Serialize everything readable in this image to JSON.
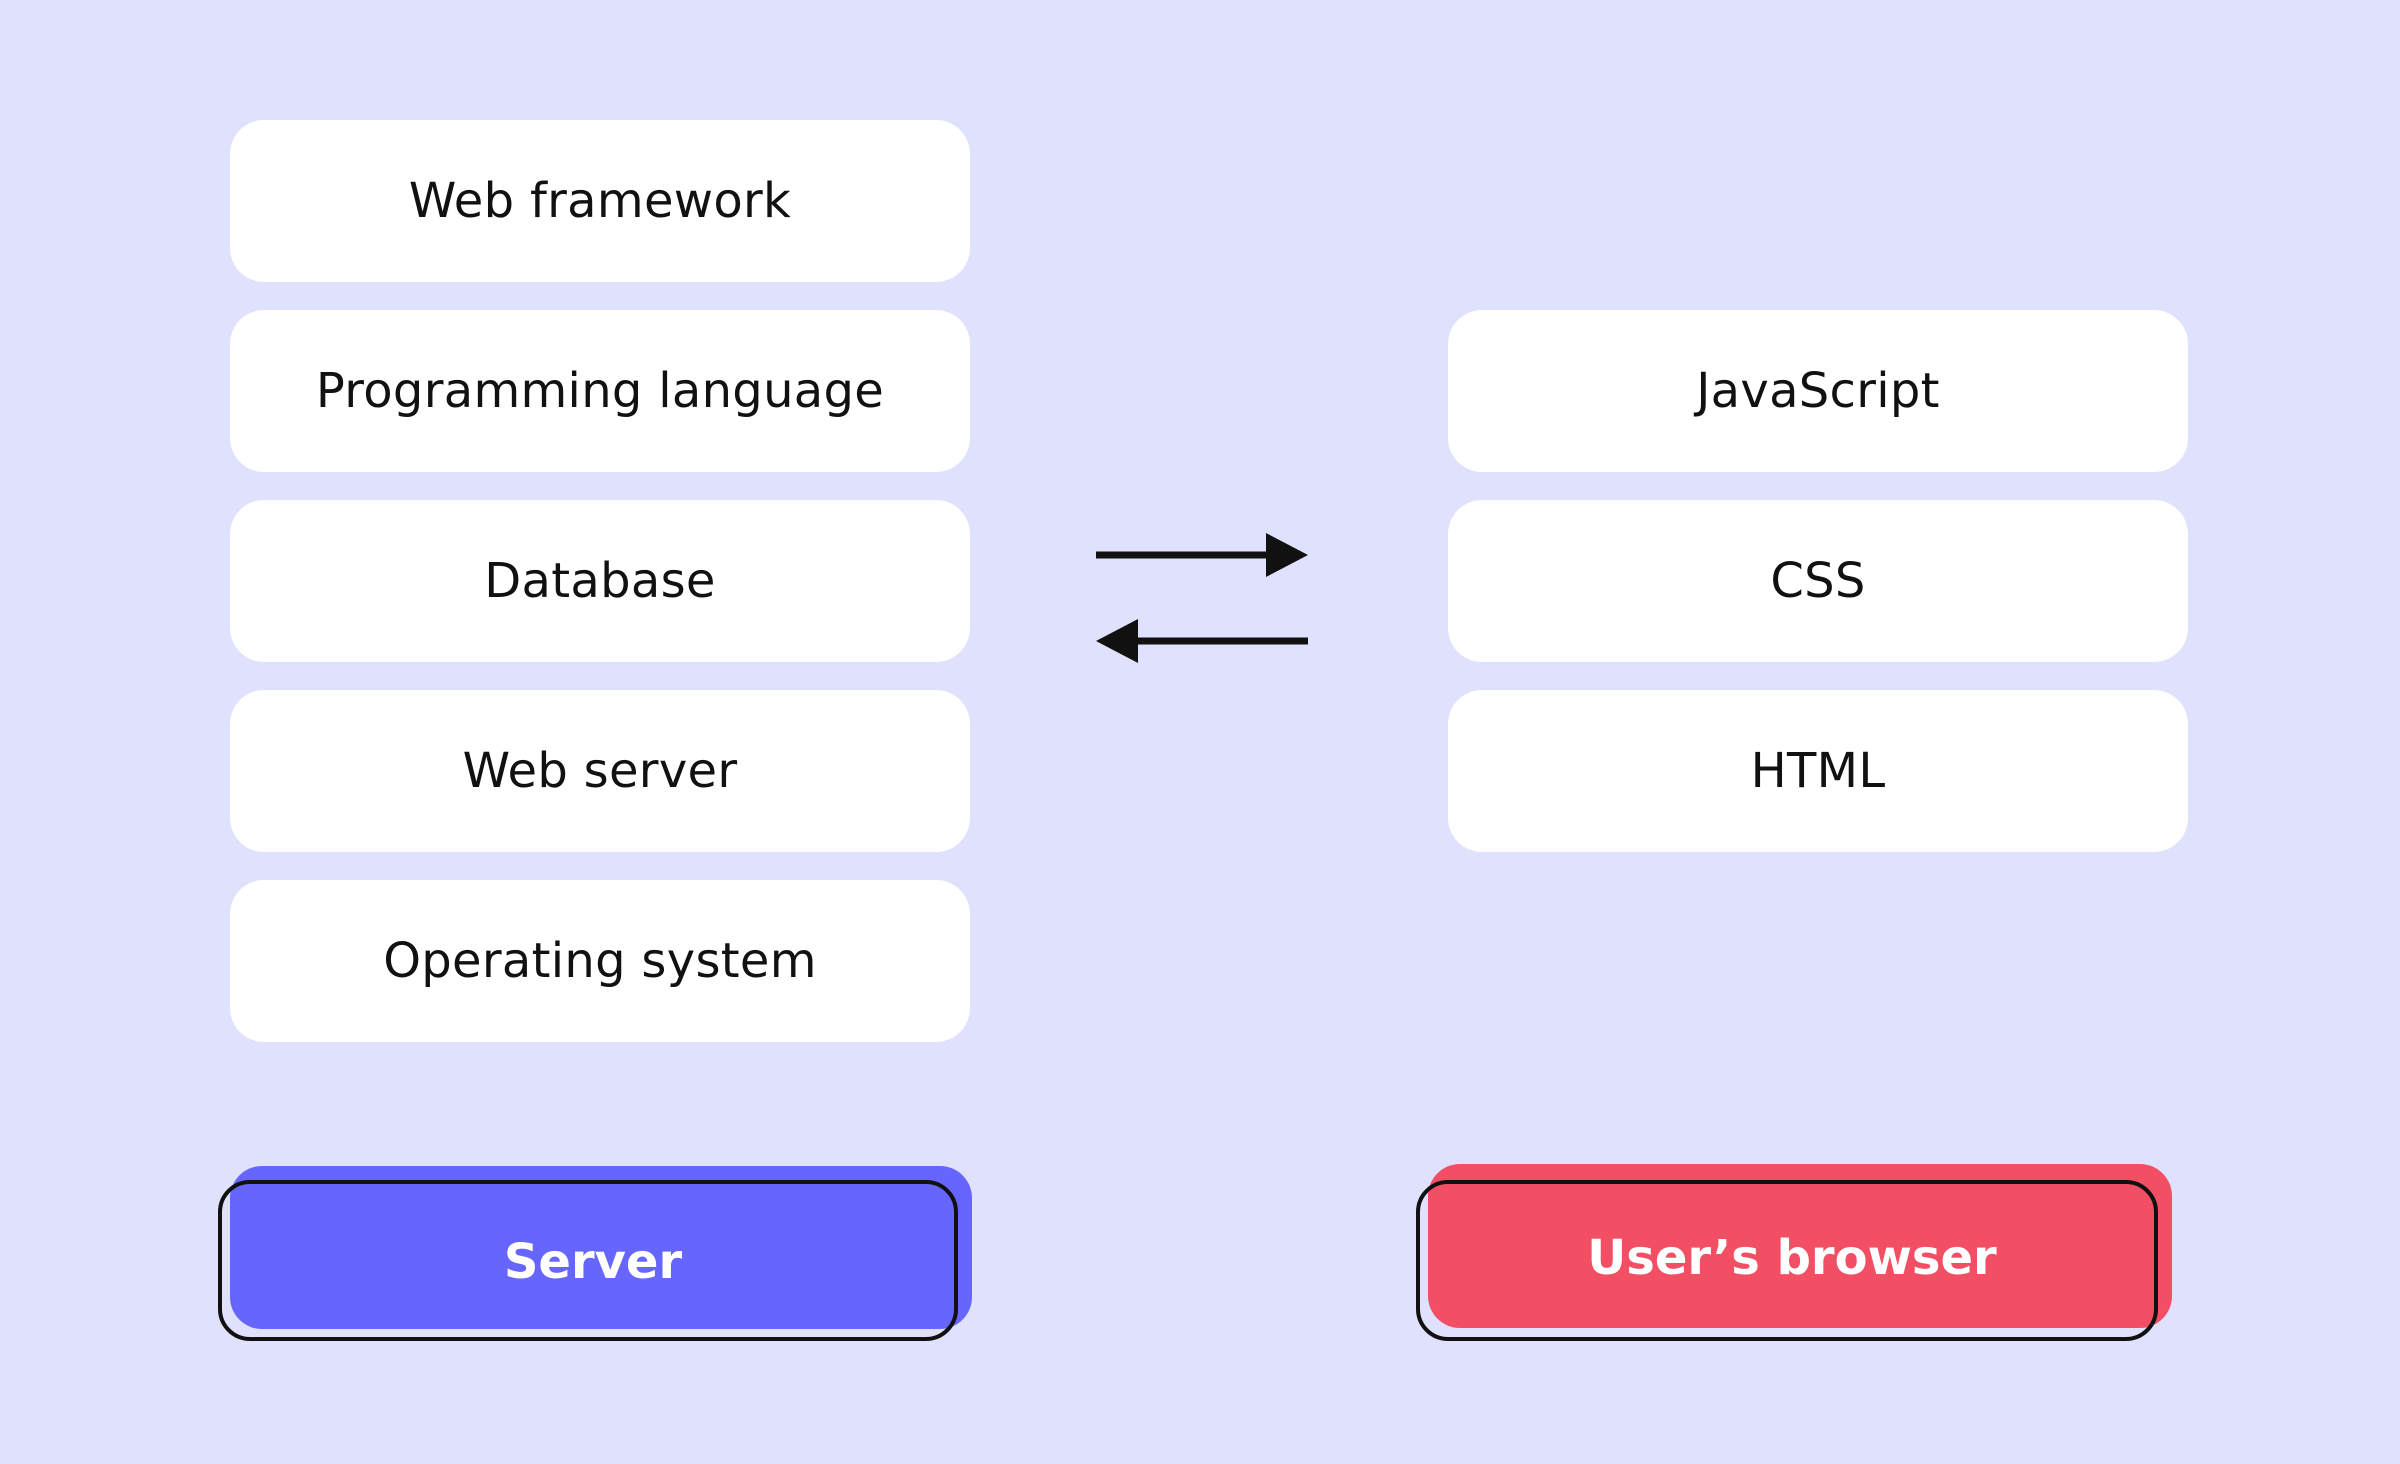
{
  "colors": {
    "background": "#dfe1fd",
    "card": "#ffffff",
    "server_accent": "#6666ff",
    "browser_accent": "#f24e64",
    "outline": "#111111"
  },
  "server": {
    "label": "Server",
    "stack": [
      "Web framework",
      "Programming language",
      "Database",
      "Web server",
      "Operating system"
    ]
  },
  "browser": {
    "label": "User’s browser",
    "stack": [
      "JavaScript",
      "CSS",
      "HTML"
    ]
  },
  "connector": {
    "icons": [
      "arrow-right-icon",
      "arrow-left-icon"
    ]
  }
}
